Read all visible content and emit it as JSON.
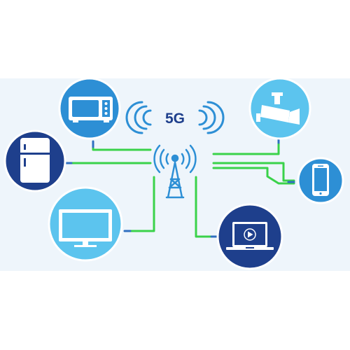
{
  "network": {
    "label": "5G"
  },
  "devices": [
    {
      "id": "microwave",
      "icon": "microwave-icon",
      "color": "#2d8fd5"
    },
    {
      "id": "fridge",
      "icon": "refrigerator-icon",
      "color": "#1e3f8c"
    },
    {
      "id": "tv",
      "icon": "television-icon",
      "color": "#5cc4ee"
    },
    {
      "id": "camera",
      "icon": "security-camera-icon",
      "color": "#5cc4ee"
    },
    {
      "id": "phone",
      "icon": "smartphone-icon",
      "color": "#2d8fd5"
    },
    {
      "id": "laptop",
      "icon": "laptop-video-icon",
      "color": "#1e3f8c"
    }
  ],
  "colors": {
    "band": "#eef5fb",
    "link": "#3ad24a",
    "link_end": "#2f6fc0",
    "tower": "#2d8fd5",
    "label": "#1e3f8c"
  }
}
